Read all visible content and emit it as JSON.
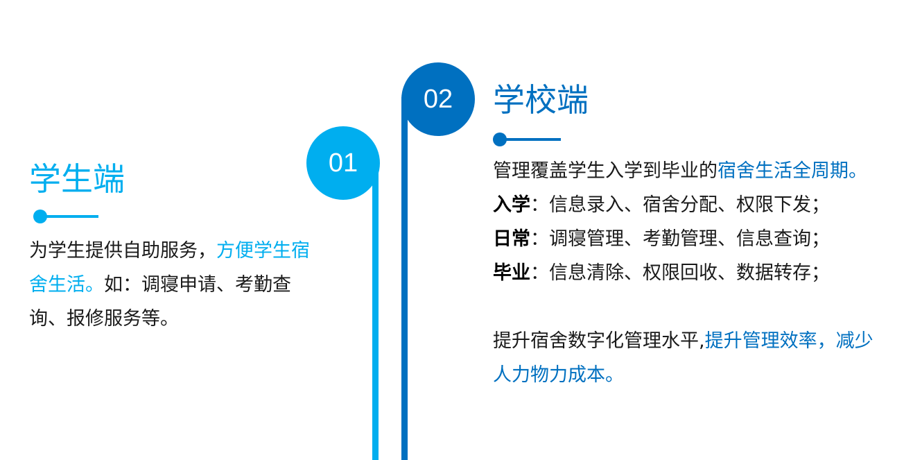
{
  "student": {
    "number": "01",
    "title": "学生端",
    "desc_prefix": "为学生提供自助服务，",
    "desc_highlight": "方便学生宿舍生活。",
    "desc_suffix": "如：调寝申请、考勤查询、报修服务等。"
  },
  "school": {
    "number": "02",
    "title": "学校端",
    "intro_prefix": "管理覆盖学生入学到毕业的",
    "intro_highlight": "宿舍生活全周期。",
    "rows": [
      {
        "label": "入学",
        "text": "：信息录入、宿舍分配、权限下发；"
      },
      {
        "label": "日常",
        "text": "：调寝管理、考勤管理、信息查询；"
      },
      {
        "label": "毕业",
        "text": "：信息清除、权限回收、数据转存；"
      }
    ],
    "summary_prefix": "提升宿舍数字化管理水平,",
    "summary_highlight": "提升管理效率，减少人力物力成本。"
  },
  "colors": {
    "student_accent": "#00aeef",
    "school_accent": "#0070c0"
  }
}
